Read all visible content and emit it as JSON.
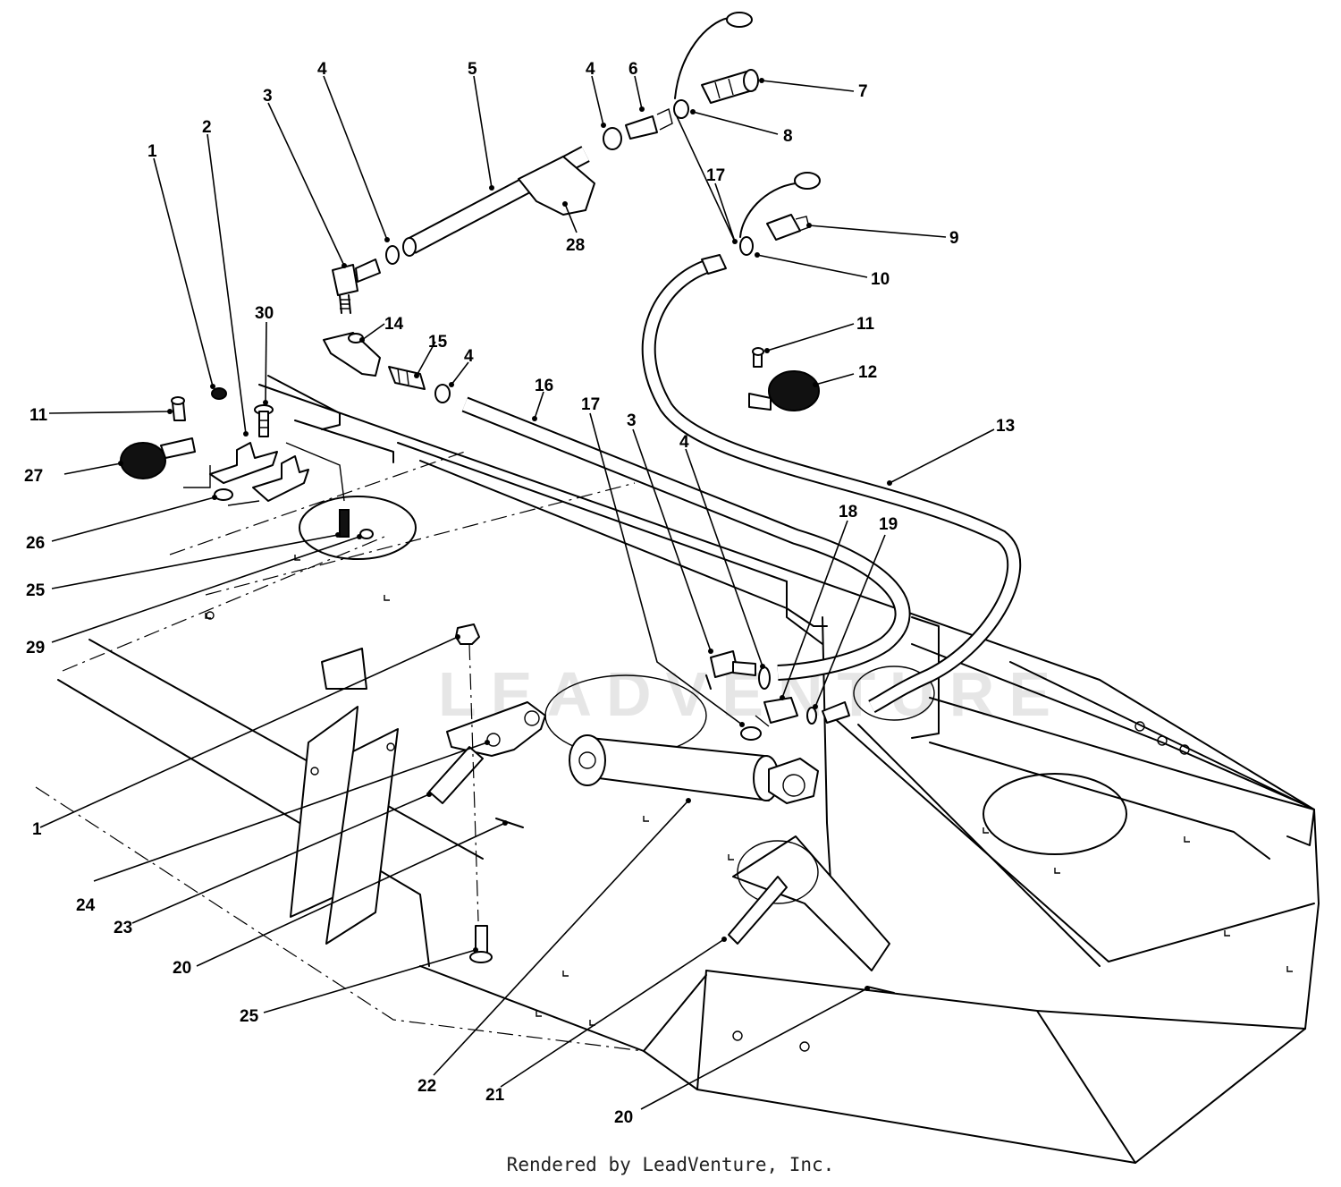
{
  "diagram": {
    "watermark": "LEADVENTURE",
    "footer": "Rendered by LeadVenture, Inc.",
    "callouts": [
      {
        "id": "c1a",
        "label": "1"
      },
      {
        "id": "c2",
        "label": "2"
      },
      {
        "id": "c3a",
        "label": "3"
      },
      {
        "id": "c4a",
        "label": "4"
      },
      {
        "id": "c5",
        "label": "5"
      },
      {
        "id": "c4b",
        "label": "4"
      },
      {
        "id": "c6",
        "label": "6"
      },
      {
        "id": "c7",
        "label": "7"
      },
      {
        "id": "c8",
        "label": "8"
      },
      {
        "id": "c17a",
        "label": "17"
      },
      {
        "id": "c9",
        "label": "9"
      },
      {
        "id": "c10",
        "label": "10"
      },
      {
        "id": "c28",
        "label": "28"
      },
      {
        "id": "c30",
        "label": "30"
      },
      {
        "id": "c14",
        "label": "14"
      },
      {
        "id": "c15",
        "label": "15"
      },
      {
        "id": "c4c",
        "label": "4"
      },
      {
        "id": "c16",
        "label": "16"
      },
      {
        "id": "c17b",
        "label": "17"
      },
      {
        "id": "c3b",
        "label": "3"
      },
      {
        "id": "c4d",
        "label": "4"
      },
      {
        "id": "c11a",
        "label": "11"
      },
      {
        "id": "c12",
        "label": "12"
      },
      {
        "id": "c13",
        "label": "13"
      },
      {
        "id": "c11b",
        "label": "11"
      },
      {
        "id": "c27",
        "label": "27"
      },
      {
        "id": "c26",
        "label": "26"
      },
      {
        "id": "c25a",
        "label": "25"
      },
      {
        "id": "c29",
        "label": "29"
      },
      {
        "id": "c18",
        "label": "18"
      },
      {
        "id": "c19",
        "label": "19"
      },
      {
        "id": "c1b",
        "label": "1"
      },
      {
        "id": "c24",
        "label": "24"
      },
      {
        "id": "c23",
        "label": "23"
      },
      {
        "id": "c20a",
        "label": "20"
      },
      {
        "id": "c25b",
        "label": "25"
      },
      {
        "id": "c22",
        "label": "22"
      },
      {
        "id": "c21",
        "label": "21"
      },
      {
        "id": "c20b",
        "label": "20"
      }
    ]
  }
}
